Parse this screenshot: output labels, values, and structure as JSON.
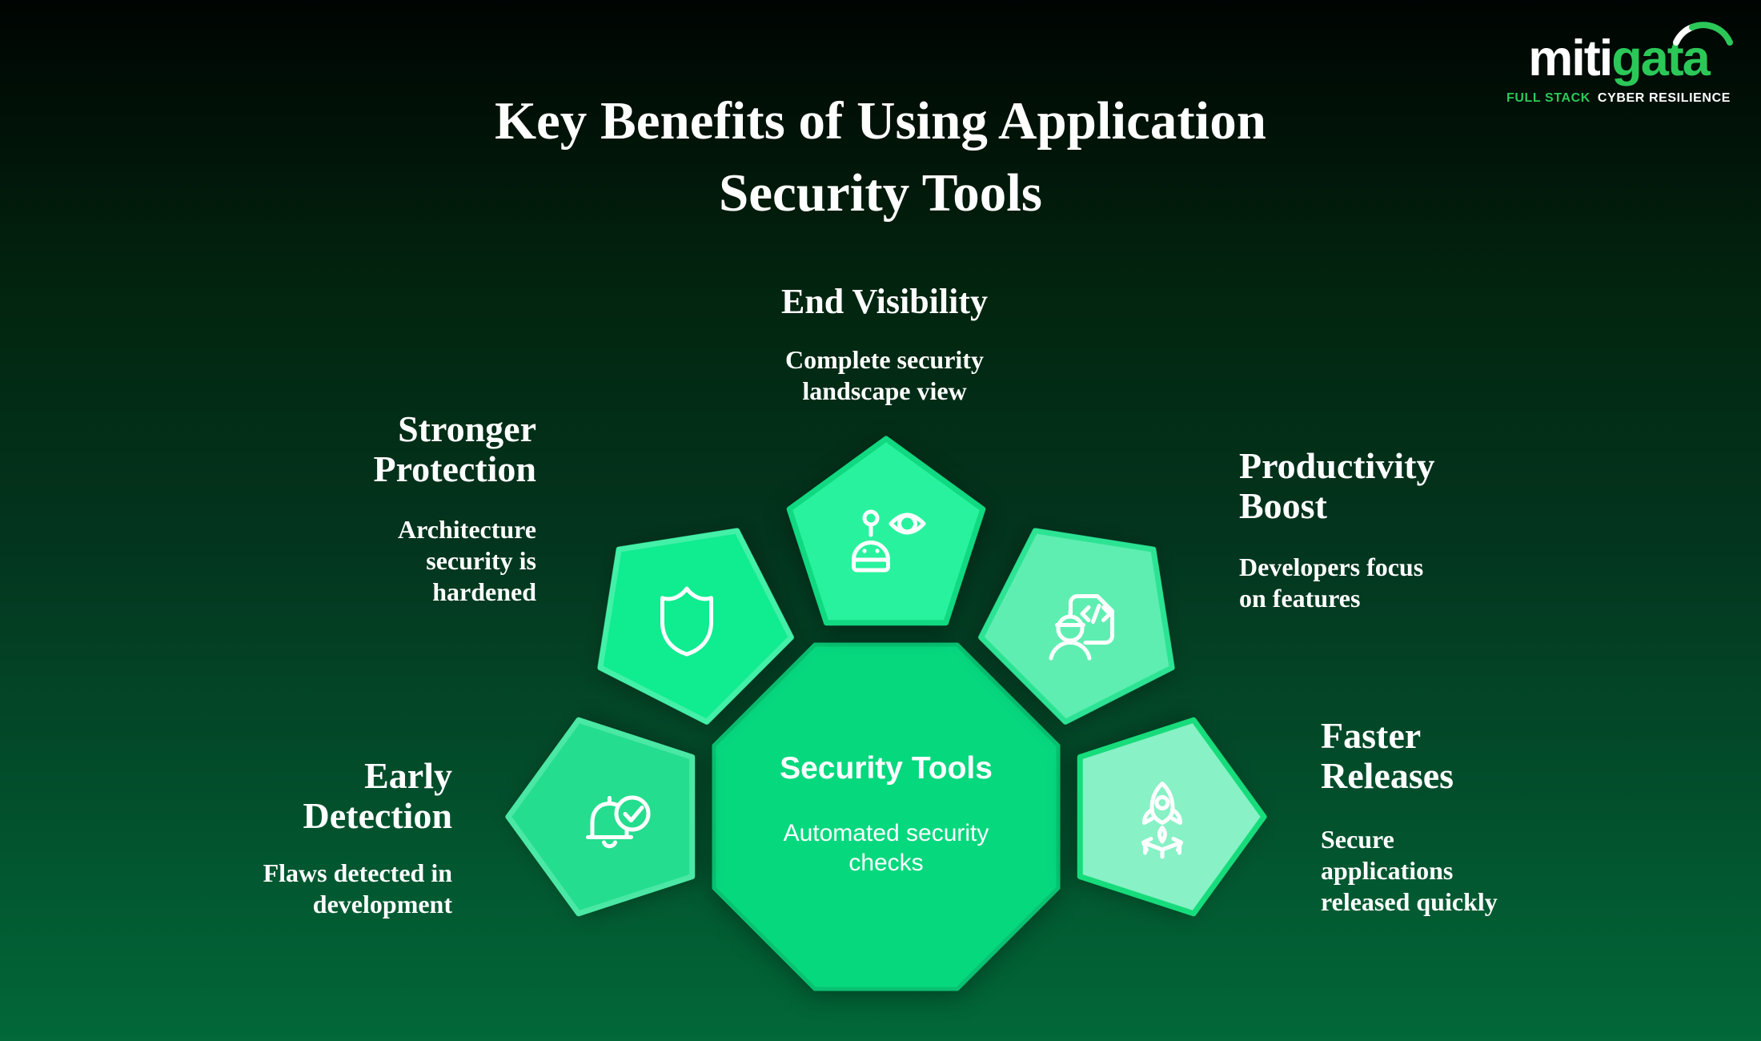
{
  "colors": {
    "background_top": "#000402",
    "background_mid": "#03351e",
    "background_bottom": "#026839",
    "brand_green": "#2bc858",
    "octagon_green": "#06d87e",
    "pentagon_greens": [
      "#29f29e",
      "#10ec90",
      "#5feeb1",
      "#25dd8e",
      "#88f1c6"
    ],
    "icon_stroke": "#ffffff",
    "text_white": "#ffffff"
  },
  "header": {
    "title": "Key Benefits of Using Application\nSecurity Tools"
  },
  "logo": {
    "word_part1": "miti",
    "word_part2": "gata",
    "tagline_accent": "FULL STACK",
    "tagline_rest": "CYBER RESILIENCE"
  },
  "center": {
    "title": "Security Tools",
    "subtitle": "Automated security\nchecks"
  },
  "benefits": [
    {
      "id": "end-visibility",
      "title": "End Visibility",
      "description": "Complete security\nlandscape view",
      "icon": "robot-eye-visibility-icon"
    },
    {
      "id": "stronger-protection",
      "title": "Stronger\nProtection",
      "description": "Architecture\nsecurity is\nhardened",
      "icon": "shield-icon"
    },
    {
      "id": "productivity-boost",
      "title": "Productivity\nBoost",
      "description": "Developers focus\non features",
      "icon": "developer-code-icon"
    },
    {
      "id": "early-detection",
      "title": "Early\nDetection",
      "description": "Flaws detected in\ndevelopment",
      "icon": "bell-check-icon"
    },
    {
      "id": "faster-releases",
      "title": "Faster\nReleases",
      "description": "Secure\napplications\nreleased quickly",
      "icon": "rocket-launch-icon"
    }
  ]
}
